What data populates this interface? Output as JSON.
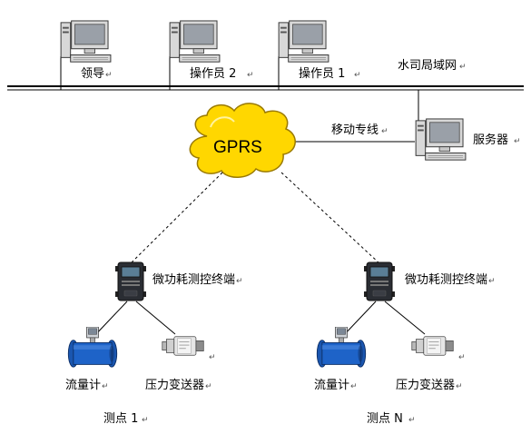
{
  "network": {
    "lan_label": "水司局域网",
    "dedicated_line_label": "移动专线",
    "cloud_label": "GPRS",
    "server_label": "服务器"
  },
  "workstations": [
    {
      "label": "领导"
    },
    {
      "label": "操作员 2"
    },
    {
      "label": "操作员 1"
    }
  ],
  "sites": [
    {
      "name": "测点 1",
      "terminal_label": "微功耗测控终端",
      "flowmeter_label": "流量计",
      "pressure_label": "压力变送器"
    },
    {
      "name": "测点 N",
      "terminal_label": "微功耗测控终端",
      "flowmeter_label": "流量计",
      "pressure_label": "压力变送器"
    }
  ],
  "colors": {
    "cloud_fill": "#ffd700",
    "cloud_stroke": "#9a7a00",
    "flowmeter_body": "#1e63c8",
    "terminal_body": "#2a2d33",
    "computer_body": "#d8d8d8",
    "screen": "#9aa0a8"
  }
}
